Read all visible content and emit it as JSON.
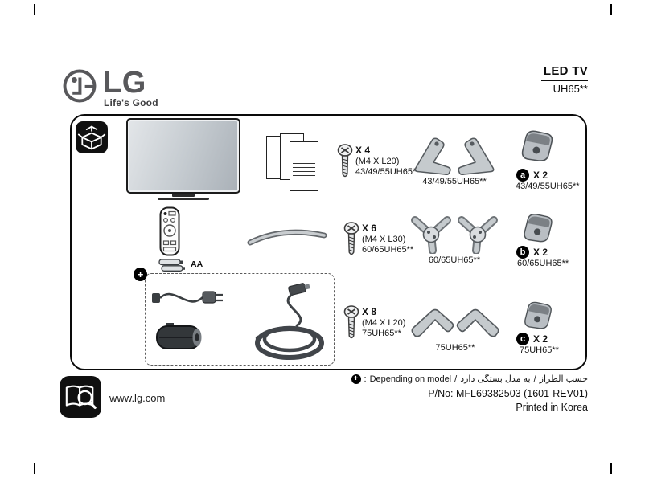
{
  "header": {
    "logo": "LG",
    "tagline": "Life's Good",
    "product": "LED TV",
    "model": "UH65**"
  },
  "contents": {
    "screw_groups": [
      {
        "qty": "X 4",
        "spec": "(M4 X L20)",
        "models": "43/49/55UH65**"
      },
      {
        "qty": "X 6",
        "spec": "(M4 X L30)",
        "models": "60/65UH65**"
      },
      {
        "qty": "X 8",
        "spec": "(M4 X L20)",
        "models": "75UH65**"
      }
    ],
    "stand_legs": [
      {
        "models": "43/49/55UH65**"
      },
      {
        "models": "60/65UH65**"
      },
      {
        "models": "75UH65**"
      }
    ],
    "stand_brackets": [
      {
        "badge": "a",
        "qty": "X 2",
        "models": "43/49/55UH65**"
      },
      {
        "badge": "b",
        "qty": "X 2",
        "models": "60/65UH65**"
      },
      {
        "badge": "c",
        "qty": "X 2",
        "models": "75UH65**"
      }
    ],
    "battery_label": "AA",
    "optional_marker": "+"
  },
  "footnote": {
    "marker": "+",
    "colon": ":",
    "en": "Depending on model",
    "sep1": "/",
    "fa": "به مدل بستگی دارد",
    "sep2": "/",
    "ar": "حسب الطراز"
  },
  "footer": {
    "website": "www.lg.com",
    "part_number": "P/No: MFL69382503 (1601-REV01)",
    "printed": "Printed in Korea"
  },
  "icons": {
    "open_box": "open-box-icon",
    "book_search": "book-search-icon",
    "plus_circle": "plus-circle-icon"
  },
  "colors": {
    "logo_gray": "#58585b",
    "line_black": "#0a0a0a",
    "part_gray": "#c5cacd"
  }
}
